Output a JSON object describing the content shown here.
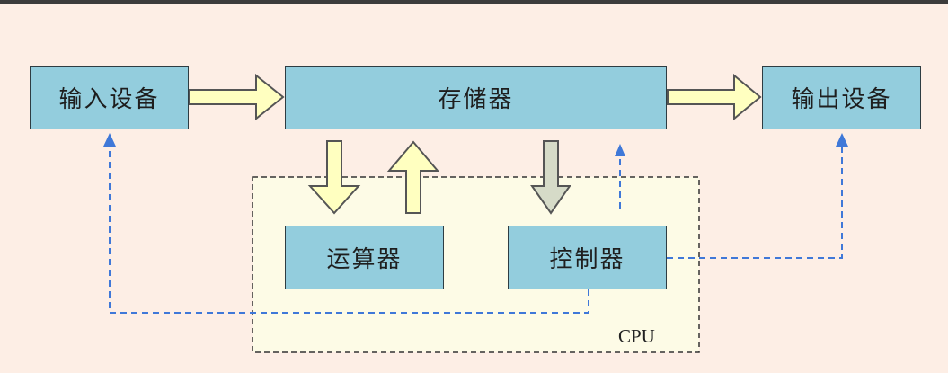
{
  "diagram": {
    "nodes": {
      "input": "输入设备",
      "memory": "存储器",
      "output": "输出设备",
      "alu": "运算器",
      "controller": "控制器"
    },
    "cpu_label": "CPU"
  },
  "colors": {
    "background": "#fdeee5",
    "top_bar": "#3c3c3c",
    "node_fill": "#93cddd",
    "node_border": "#2e3c42",
    "cpu_fill": "#fdfbe6",
    "cpu_border": "#333333",
    "data_arrow_fill": "#ffffc0",
    "data_arrow_outline": "#555555",
    "instruction_arrow_fill": "#d6dbc8",
    "control_signal": "#3f78d8"
  }
}
